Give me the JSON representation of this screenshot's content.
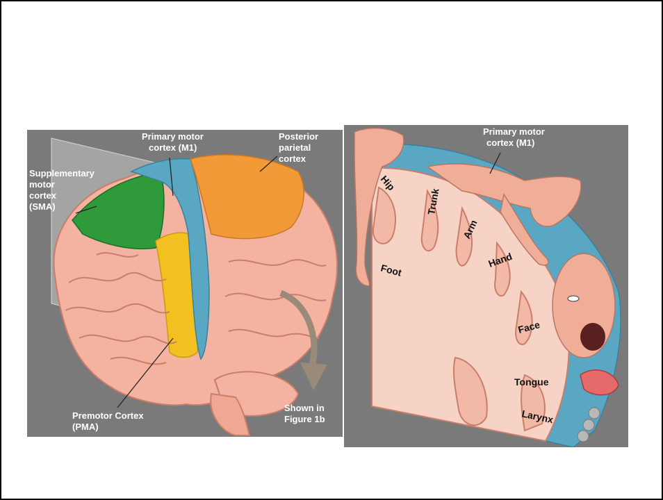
{
  "figure_left": {
    "labels": {
      "primary_motor": [
        "Primary motor",
        "cortex (M1)"
      ],
      "posterior_parietal": [
        "Posterior",
        "parietal",
        "cortex"
      ],
      "supplementary": [
        "Supplementary",
        "motor",
        "cortex",
        "(SMA)"
      ],
      "premotor": [
        "Premotor Cortex",
        "(PMA)"
      ],
      "shown_in": [
        "Shown in",
        "Figure 1b"
      ]
    },
    "colors": {
      "background": "#7a7a7a",
      "brain": "#f4b3a0",
      "sma": "#2f9a3a",
      "pma": "#f2c020",
      "m1": "#5aa7c4",
      "parietal": "#f29a38"
    }
  },
  "figure_right": {
    "labels": {
      "primary_motor": [
        "Primary motor",
        "cortex (M1)"
      ],
      "hip": "Hip",
      "trunk": "Trunk",
      "arm": "Arm",
      "hand": "Hand",
      "foot": "Foot",
      "face": "Face",
      "tongue": "Tongue",
      "larynx": "Larynx"
    },
    "colors": {
      "background": "#7a7a7a",
      "cortex_edge": "#5aa7c4",
      "slice": "#f7d3c6",
      "homunculus": "#f0ad98"
    }
  }
}
